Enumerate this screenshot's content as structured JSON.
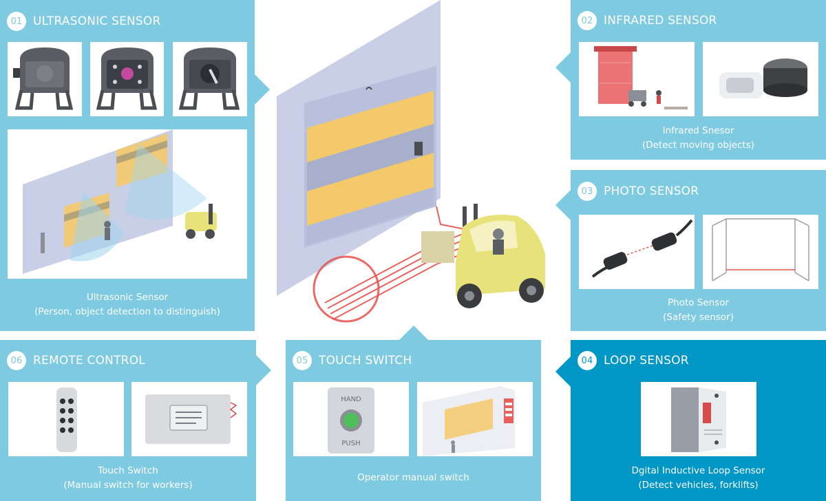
{
  "colors": {
    "panel": "#7ecae1",
    "panel_active": "#0097c7",
    "door_wall": "#c9cfe6",
    "door_stripe": "#f4c96a",
    "loop_red": "#e8504a",
    "forklift": "#e8e27a"
  },
  "sections": {
    "ultrasonic": {
      "number": "01",
      "title": "ULTRASONIC SENSOR",
      "caption_line1": "Ultrasonic Sensor",
      "caption_line2": "(Person, object detection to distinguish)"
    },
    "infrared": {
      "number": "02",
      "title": "INFRARED SENSOR",
      "caption_line1": "Infrared Snesor",
      "caption_line2": "(Detect moving objects)"
    },
    "photo": {
      "number": "03",
      "title": "PHOTO SENSOR",
      "caption_line1": "Photo Sensor",
      "caption_line2": "(Safety sensor)"
    },
    "loop": {
      "number": "04",
      "title": "LOOP SENSOR",
      "caption_line1": "Dgital Inductive Loop Sensor",
      "caption_line2": "(Detect vehicles, forklifts)"
    },
    "touch": {
      "number": "05",
      "title": "TOUCH SWITCH",
      "caption_line1": "Operator manual switch",
      "button_top": "HAND",
      "button_bottom": "PUSH"
    },
    "remote": {
      "number": "06",
      "title": "REMOTE CONTROL",
      "caption_line1": "Touch Switch",
      "caption_line2": "(Manual switch for workers)"
    }
  }
}
